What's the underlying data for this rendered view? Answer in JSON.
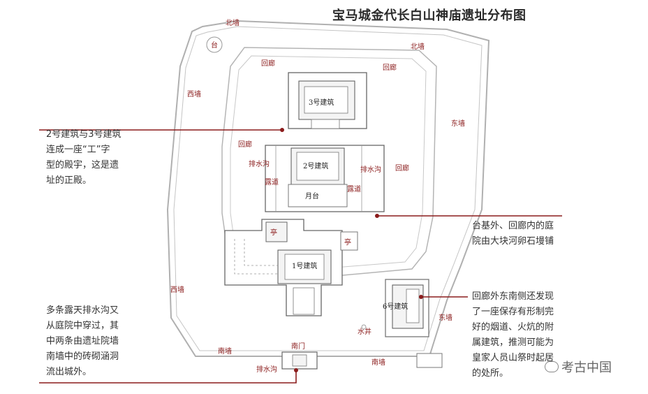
{
  "title": "宝马城金代长白山神庙遗址分布图",
  "colors": {
    "accent": "#8b1c1c",
    "line": "#9a9a9a",
    "text": "#333333"
  },
  "map_labels": {
    "north_wall_1": "北墙",
    "north_wall_2": "北墙",
    "platform": "台",
    "west_wall_1": "西墙",
    "west_wall_2": "西墙",
    "east_wall_1": "东墙",
    "east_wall_2": "东墙",
    "south_wall_1": "南墙",
    "south_wall_2": "南墙",
    "south_gate": "南门",
    "corridor_1": "回廊",
    "corridor_2": "回廊",
    "corridor_3": "回廊",
    "corridor_4": "回廊",
    "drain_west": "排水沟",
    "drain_east": "排水沟",
    "drain_south": "排水沟",
    "path_west": "露道",
    "path_east": "露道",
    "moon_terrace": "月台",
    "pavilion_1": "亭",
    "pavilion_2": "亭",
    "well": "水井"
  },
  "buildings": {
    "b3": "3号建筑",
    "b2": "2号建筑",
    "b1": "1号建筑",
    "b6": "6号建筑"
  },
  "annotations": {
    "left_top": "2号建筑与3号建筑\n连成一座“工”字\n型的殿宇，这是遗\n址的正殿。",
    "right_mid": "台基外、回廊内的庭\n院由大块河卵石墁铺",
    "right_bottom": "回廊外东南侧还发现\n了一座保存有形制完\n好的烟道、火炕的附\n属建筑，推测可能为\n皇家人员山祭时起居\n的处所。",
    "left_bottom": "多条露天排水沟又\n从庭院中穿过，其\n中两条由遗址院墙\n南墙中的砖砌涵洞\n流出城外。"
  },
  "watermark": "考古中国"
}
